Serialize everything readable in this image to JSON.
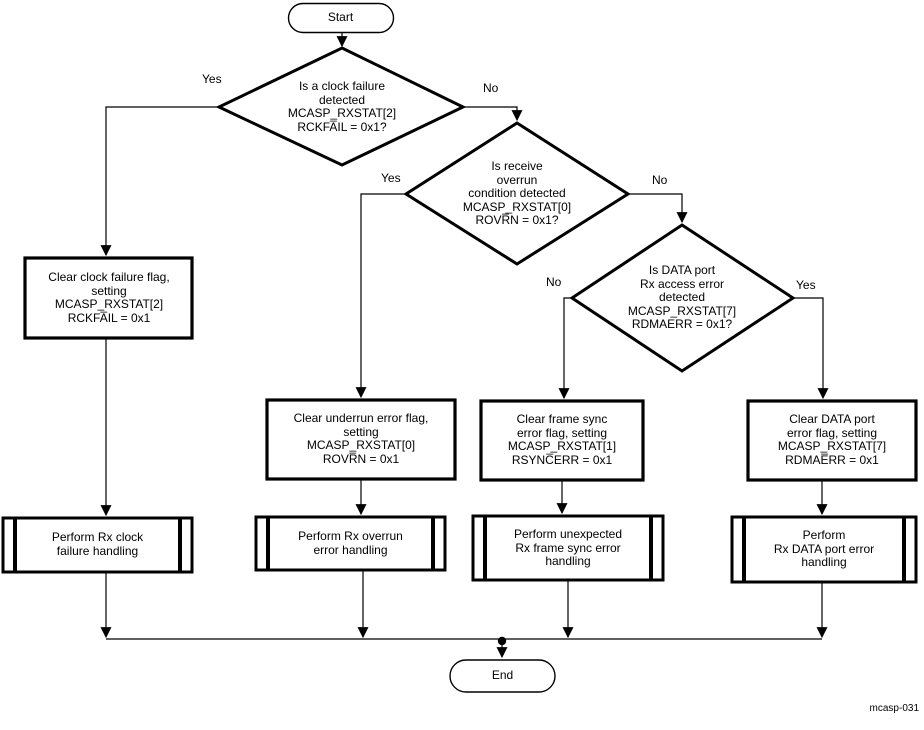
{
  "diagram": {
    "caption": "mcasp-031",
    "colors": {
      "line": "#000000",
      "background": "#ffffff",
      "text": "#000000"
    },
    "start": {
      "label": "Start"
    },
    "end": {
      "label": "End"
    },
    "decisions": [
      {
        "text": "Is a clock failure\ndetected\nMCASP_RXSTAT[2]\nRCKFA̅IL = 0x1?",
        "yes": "Yes",
        "no": "No"
      },
      {
        "text": "Is receive\noverrun\ncondition detected\nMCASP_RXSTAT[0]\nROVR̅N = 0x1?",
        "yes": "Yes",
        "no": "No"
      },
      {
        "text": "Is DATA port\nRx access  error\ndetected\nMCASP_RXSTAT[7]\nRDMAERR = 0x1?",
        "yes": "Yes",
        "no": "No"
      }
    ],
    "actions": [
      {
        "text": "Clear clock failure flag,\nsetting\nMCASP_RXSTAT[2]\nRCKFA̅IL = 0x1"
      },
      {
        "text": "Clear underrun error flag,\nsetting\nMCASP_RXSTAT[0]\nROVR̅N = 0x1"
      },
      {
        "text": "Clear frame sync\nerror flag, setting\nMCASP_RXSTAT[1]\nRSYNC̅ERR = 0x1"
      },
      {
        "text": "Clear DATA port\nerror flag, setting\nMCASP_RXSTAT[7]\nRDMAE̅RR = 0x1"
      }
    ],
    "handlers": [
      {
        "text": "Perform Rx clock\nfailure handling"
      },
      {
        "text": "Perform Rx overrun\nerror handling"
      },
      {
        "text": "Perform unexpected\nRx frame sync error\nhandling"
      },
      {
        "text": "Perform\nRx DATA port error\nhandling"
      }
    ]
  }
}
